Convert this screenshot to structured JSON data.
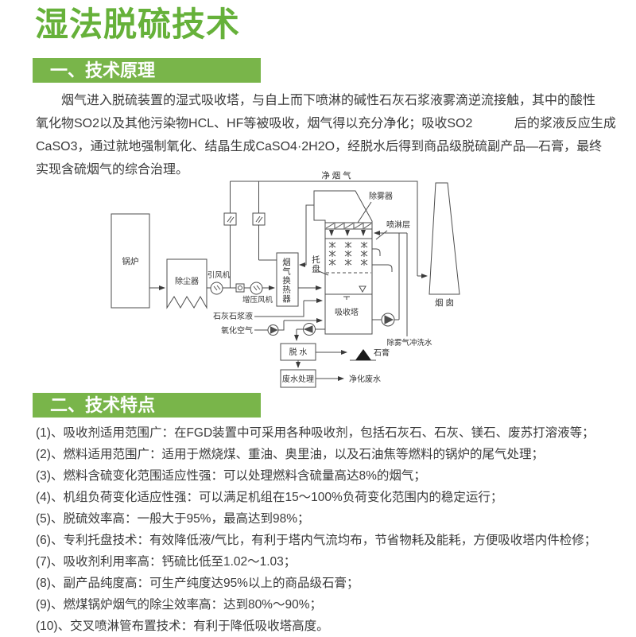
{
  "page": {
    "title": "湿法脱硫技术",
    "colors": {
      "title_green": "#66b13a",
      "bar_green": "#79b54a",
      "body_text": "#3a3a3a"
    }
  },
  "section1": {
    "heading": "一、技术原理",
    "paragraph_lines": [
      "烟气进入脱硫装置的湿式吸收塔，与自上而下喷淋的碱性石灰石浆液雾滴逆流接触，其中的酸性",
      "氧化物SO2以及其他污染物HCL、HF等被吸收，烟气得以充分净化；吸收SO2　　　 后的浆液反应生成",
      "CaSO3，通过就地强制氧化、结晶生成CaSO4·2H2O，经脱水后得到商品级脱硫副产品—石膏，最终",
      "实现含硫烟气的综合治理。"
    ]
  },
  "diagram": {
    "labels": {
      "boiler": "锅炉",
      "dust_collector": "除尘器",
      "id_fan": "引风机",
      "booster_fan": "增压风机",
      "ggh": "烟气换热器",
      "clean_gas": "净 烟 气",
      "demister": "除雾器",
      "spray_layer": "喷淋层",
      "tray": "托盘",
      "absorber": "吸收塔",
      "chimney": "烟 囱",
      "limestone_slurry": "石灰石浆液",
      "oxidation_air": "氧化空气",
      "demister_wash_water": "除雾气冲洗水",
      "dewatering": "脱 水",
      "gypsum": "石膏",
      "wastewater_treatment": "废水处理",
      "purified_wastewater": "净化废水"
    }
  },
  "section2": {
    "heading": "二、技术特点",
    "items": [
      "(1)、吸收剂适用范围广：在FGD装置中可采用各种吸收剂，包括石灰石、石灰、镁石、废苏打溶液等；",
      "(2)、燃料适用范围广：适用于燃烧煤、重油、奥里油，以及石油焦等燃料的锅炉的尾气处理；",
      "(3)、燃料含硫变化范围适应性强：可以处理燃料含硫量高达8%的烟气；",
      "(4)、机组负荷变化适应性强：可以满足机组在15～100%负荷变化范围内的稳定运行；",
      "(5)、脱硫效率高：一般大于95%，最高达到98%；",
      "(6)、专利托盘技术：有效降低液/气比，有利于塔内气流均布，节省物耗及能耗，方便吸收塔内件检修；",
      "(7)、吸收剂利用率高：钙硫比低至1.02～1.03；",
      "(8)、副产品纯度高：可生产纯度达95%以上的商品级石膏；",
      "(9)、燃煤锅炉烟气的除尘效率高：达到80%～90%；",
      "(10)、交叉喷淋管布置技术：有利于降低吸收塔高度。"
    ]
  }
}
